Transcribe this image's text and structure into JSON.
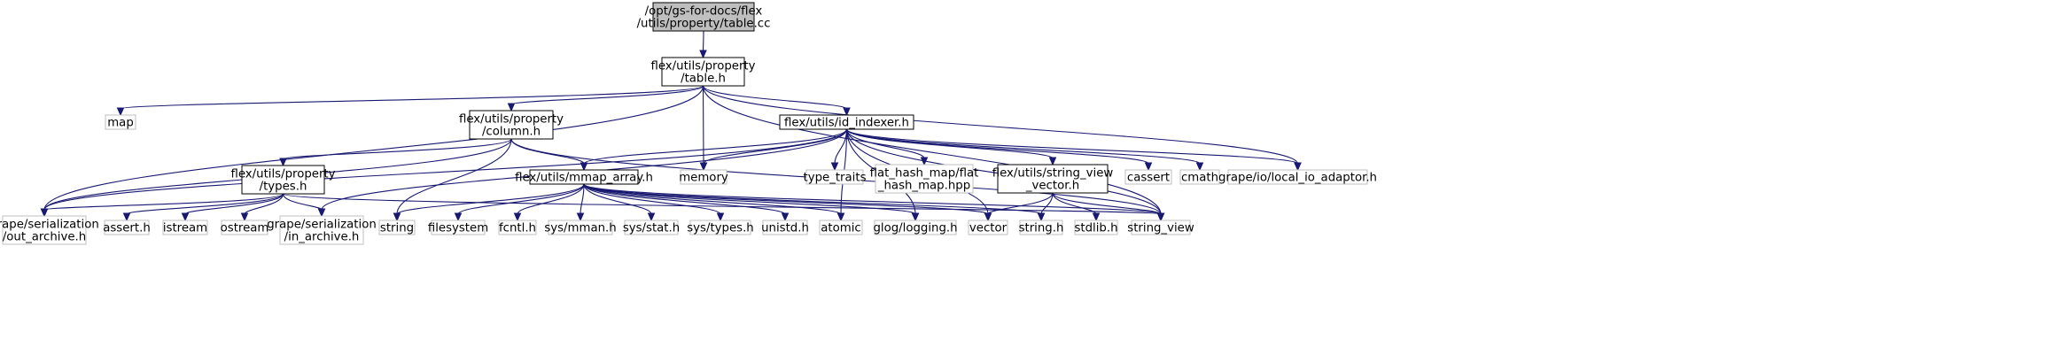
{
  "diagram": {
    "colors": {
      "background": "#ffffff",
      "root_fill": "#bfbfbf",
      "node_border": "#000000",
      "external_border": "#bfbfbf",
      "edge": "#191970"
    },
    "nodes": {
      "table_cc": [
        "/opt/gs-for-docs/flex",
        "/utils/property/table.cc"
      ],
      "table_h": [
        "flex/utils/property",
        "/table.h"
      ],
      "map": [
        "map"
      ],
      "column_h": [
        "flex/utils/property",
        "/column.h"
      ],
      "id_indexer_h": [
        "flex/utils/id_indexer.h"
      ],
      "types_h": [
        "flex/utils/property",
        "/types.h"
      ],
      "mmap_array_h": [
        "flex/utils/mmap_array.h"
      ],
      "memory": [
        "memory"
      ],
      "type_traits": [
        "type_traits"
      ],
      "flat_hash_map": [
        "flat_hash_map/flat",
        "_hash_map.hpp"
      ],
      "string_view_vector_h": [
        "flex/utils/string_view",
        "_vector.h"
      ],
      "cassert": [
        "cassert"
      ],
      "cmath": [
        "cmath"
      ],
      "local_io_adaptor": [
        "grape/io/local_io_adaptor.h"
      ],
      "out_archive": [
        "grape/serialization",
        "/out_archive.h"
      ],
      "assert_h": [
        "assert.h"
      ],
      "istream": [
        "istream"
      ],
      "ostream": [
        "ostream"
      ],
      "in_archive": [
        "grape/serialization",
        "/in_archive.h"
      ],
      "string": [
        "string"
      ],
      "filesystem": [
        "filesystem"
      ],
      "fcntl_h": [
        "fcntl.h"
      ],
      "sys_mman_h": [
        "sys/mman.h"
      ],
      "sys_stat_h": [
        "sys/stat.h"
      ],
      "sys_types_h": [
        "sys/types.h"
      ],
      "unistd_h": [
        "unistd.h"
      ],
      "atomic": [
        "atomic"
      ],
      "glog_logging_h": [
        "glog/logging.h"
      ],
      "vector": [
        "vector"
      ],
      "string_h": [
        "string.h"
      ],
      "stdlib_h": [
        "stdlib.h"
      ],
      "string_view": [
        "string_view"
      ]
    }
  }
}
